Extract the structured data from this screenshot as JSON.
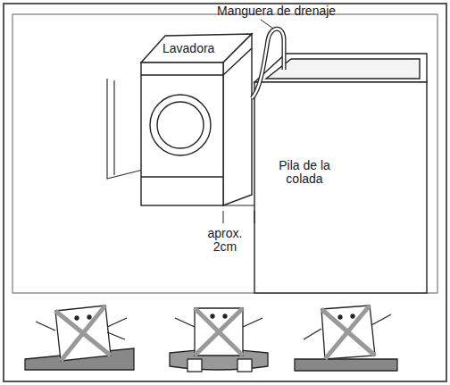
{
  "diagram": {
    "labels": [
      "Manguera de drenaje",
      "Lavadora",
      "Pila de la colada",
      "aprox. 2cm"
    ]
  }
}
